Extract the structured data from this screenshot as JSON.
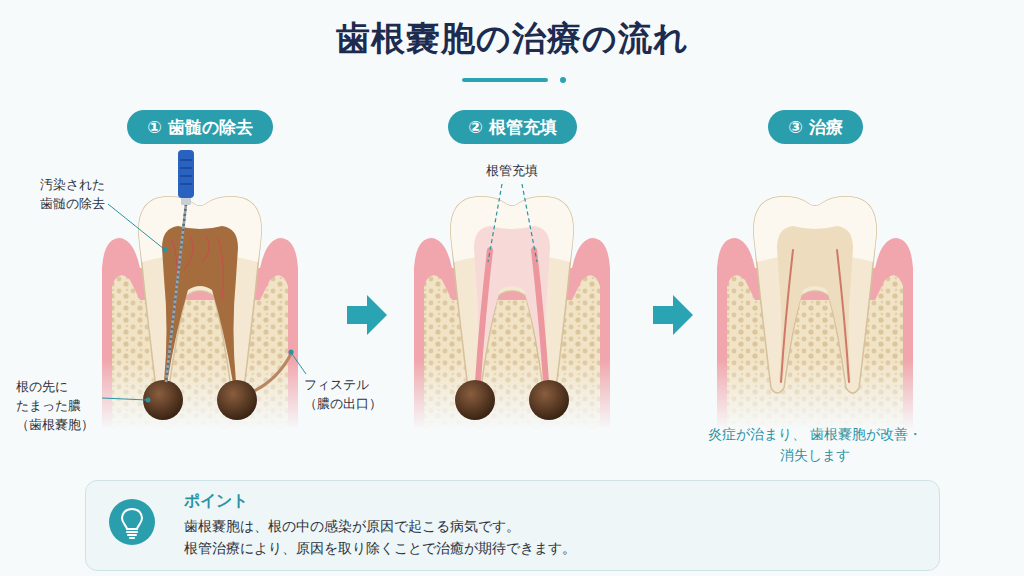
{
  "diagram": {
    "title": "歯根嚢胞の治療の流れ",
    "nodes": [
      {
        "text": [
          "① 歯髄の除去"
        ]
      },
      {
        "text": [
          "② 根管充填"
        ]
      },
      {
        "text": [
          "③ 治療"
        ]
      },
      {
        "text": [
          "ポイント",
          "歯根嚢胞は、根の中の感染が原因で起こる病気です。 根管治療により、原因を取り除くことで治癒が期待できます。"
        ]
      }
    ],
    "labels": [
      "汚染された 歯髄の除去",
      "根の先に たまった膿 （歯根嚢胞）",
      "フィステル （膿の出口）",
      "根管充填",
      "炎症が治まり、 歯根嚢胞が改善・消失します"
    ]
  }
}
